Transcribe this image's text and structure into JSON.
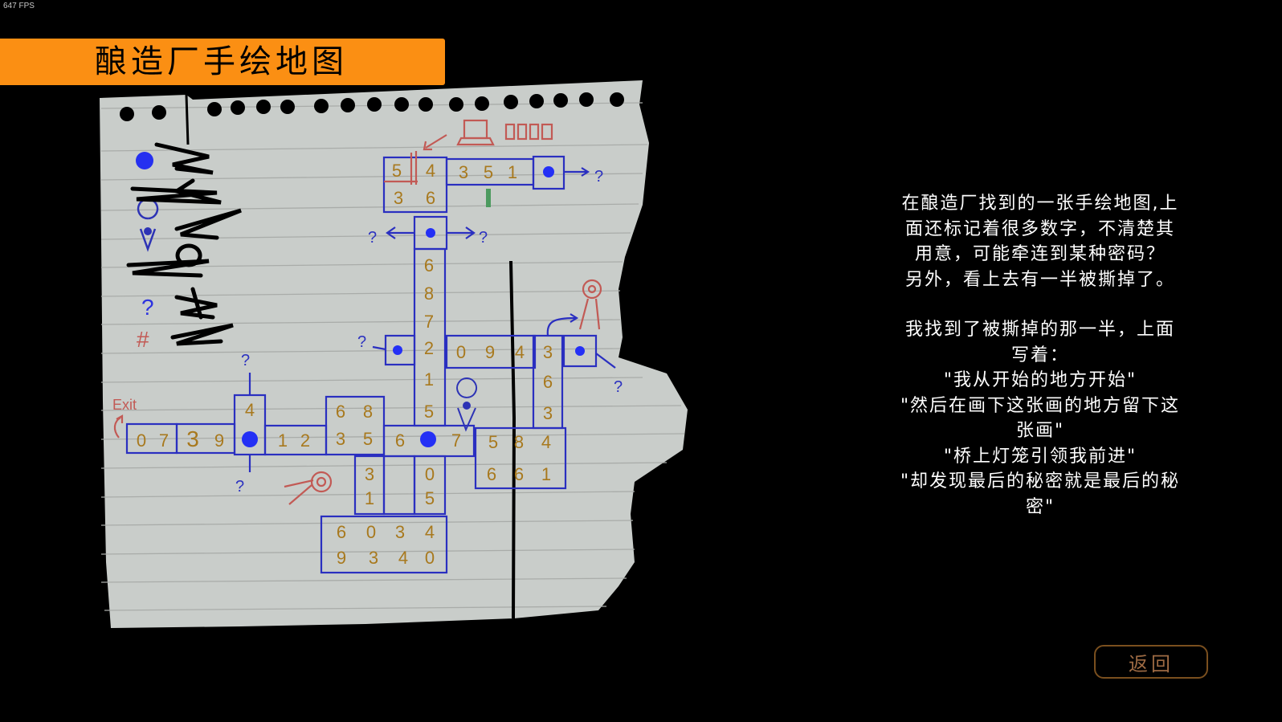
{
  "hud": {
    "fps": "647 FPS"
  },
  "header": {
    "title": "酿造厂手绘地图",
    "banner_color": "#fb8f13"
  },
  "map": {
    "paper_color": "#c9cdca",
    "ink_blue": "#2a2fc0",
    "ink_gold": "#a8791e",
    "ink_red": "#c25a55",
    "exit_label": "Exit",
    "legend": [
      "●",
      "📍",
      "?",
      "#"
    ],
    "locked_label": "□□□□",
    "cells": {
      "top_block": [
        "5",
        "4",
        "3",
        "6"
      ],
      "top_row": [
        "3",
        "5",
        "1"
      ],
      "vertical": [
        "6",
        "8",
        "7",
        "2",
        "1",
        "5"
      ],
      "mid_row": [
        "0",
        "9",
        "4"
      ],
      "right_col": [
        "3",
        "6",
        "3"
      ],
      "exit_row_a": [
        "0",
        "7"
      ],
      "exit_row_b": [
        "3",
        "9"
      ],
      "above_dot": [
        "4"
      ],
      "row_12": [
        "1",
        "2"
      ],
      "block_6835": [
        "6",
        "8",
        "3",
        "5"
      ],
      "row_67": [
        "6",
        "7"
      ],
      "block_5846": [
        "5",
        "8",
        "4",
        "6",
        "6",
        "1"
      ],
      "col_31": [
        "3",
        "1"
      ],
      "col_05": [
        "0",
        "5"
      ],
      "bottom_block": [
        "6",
        "0",
        "3",
        "4",
        "9",
        "3",
        "4",
        "0"
      ]
    },
    "question_mark": "?"
  },
  "description": {
    "lines_1": [
      "在酿造厂找到的一张手绘地图,上",
      "面还标记着很多数字，不清楚其",
      "用意，可能牵连到某种密码？",
      "另外，看上去有一半被撕掉了。"
    ],
    "lines_2": [
      "我找到了被撕掉的那一半，上面",
      "写着：",
      "\"我从开始的地方开始\"",
      "\"然后在画下这张画的地方留下这",
      "张画\"",
      "\"桥上灯笼引领我前进\"",
      "\"却发现最后的秘密就是最后的秘",
      "密\""
    ]
  },
  "buttons": {
    "back": "返回"
  }
}
